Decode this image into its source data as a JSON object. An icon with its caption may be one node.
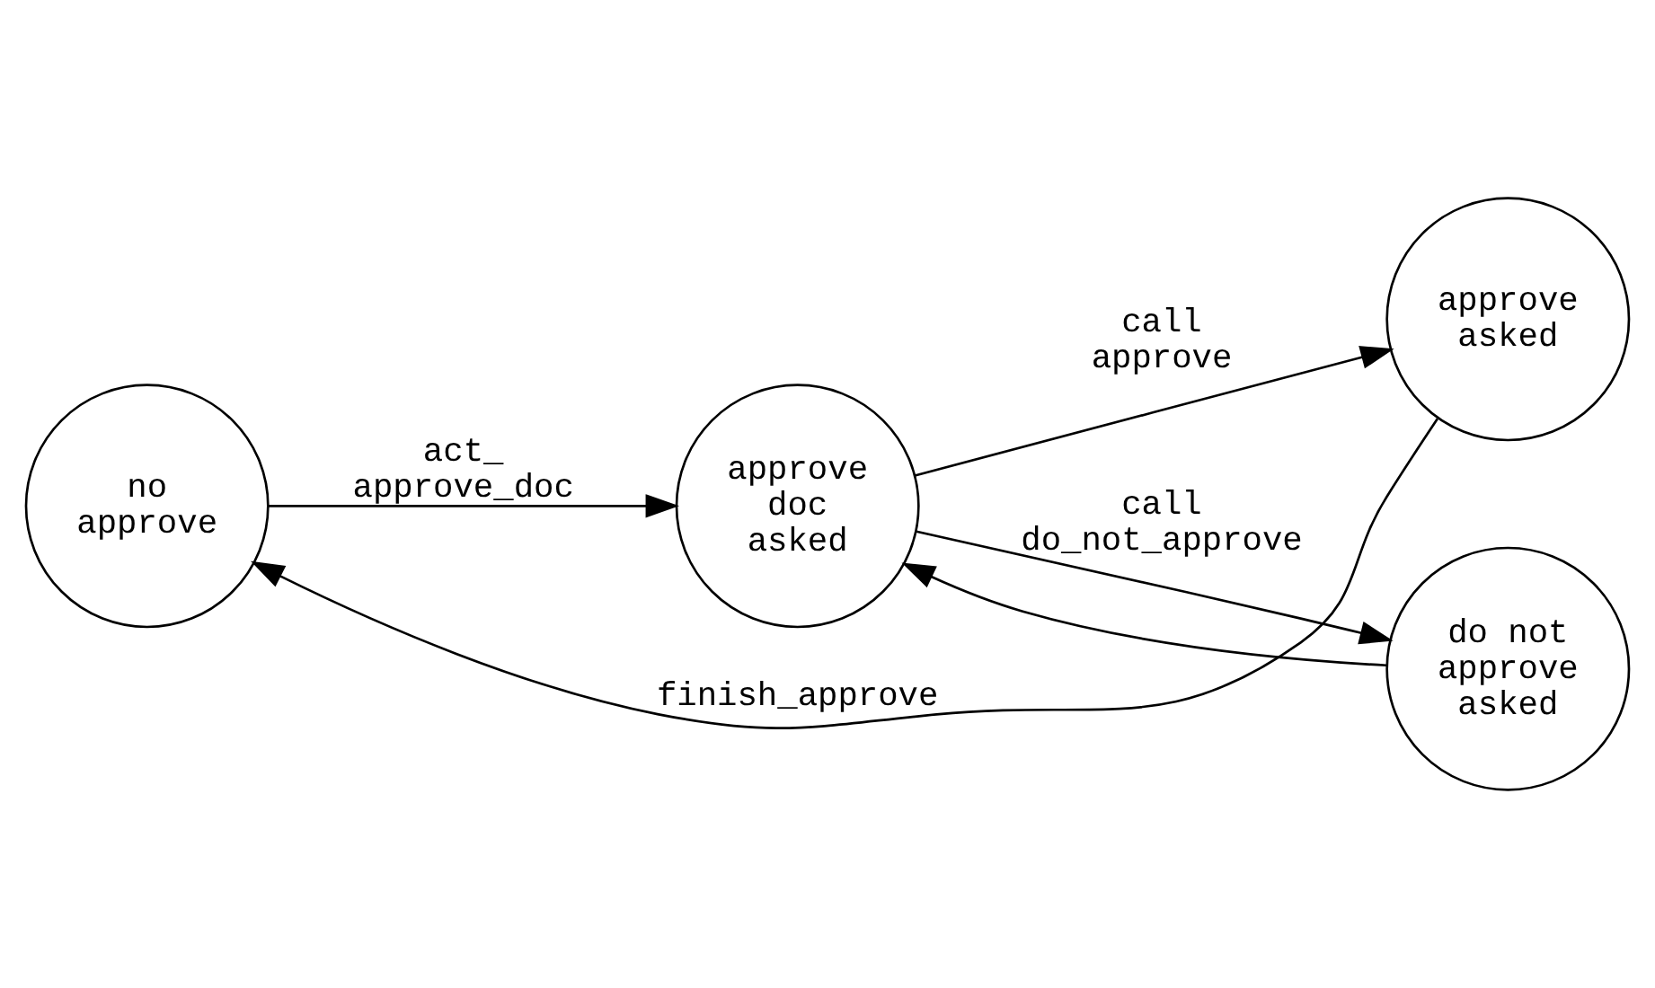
{
  "diagram": {
    "nodes": [
      {
        "text": [
          "no approve"
        ]
      },
      {
        "text": [
          "approve doc asked"
        ]
      },
      {
        "text": [
          "approve asked"
        ]
      },
      {
        "text": [
          "do not approve asked"
        ]
      }
    ],
    "edges": [
      {
        "from": 0,
        "to": 1,
        "arrow": "to",
        "label": "act_ approve_doc"
      },
      {
        "from": 1,
        "to": 2,
        "arrow": "to",
        "label": "call approve"
      },
      {
        "from": 2,
        "to": 0,
        "arrow": "to",
        "label": "finish_approve"
      },
      {
        "from": 1,
        "to": 3,
        "arrow": "to",
        "label": "call do_not_approve"
      },
      {
        "from": 3,
        "to": 1,
        "arrow": "to"
      }
    ]
  }
}
